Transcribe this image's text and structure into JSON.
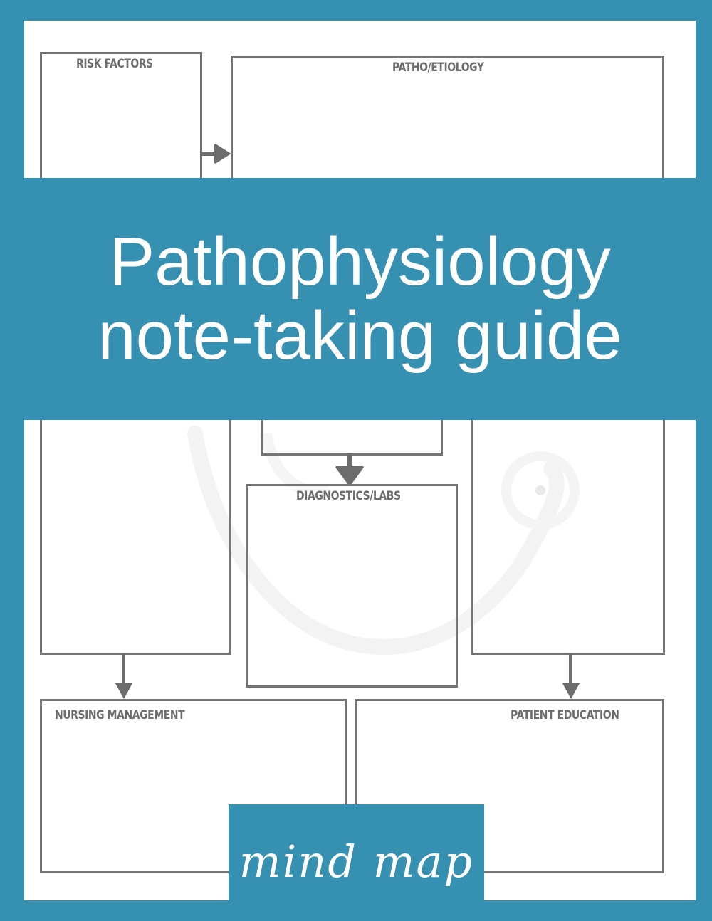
{
  "cover": {
    "title_line1": "Pathophysiology",
    "title_line2": "note-taking guide",
    "badge": "mind map",
    "colors": {
      "accent": "#3590b1",
      "paper": "#ffffff",
      "box_border": "#747474",
      "label_text": "#6c6c6c",
      "title_text": "#ffffff"
    }
  },
  "mind_map": {
    "boxes": [
      {
        "id": "risk-factors",
        "label": "RISK FACTORS"
      },
      {
        "id": "patho-etiology",
        "label": "PATHO/ETIOLOGY"
      },
      {
        "id": "left-column",
        "label": ""
      },
      {
        "id": "center-upper",
        "label": ""
      },
      {
        "id": "diagnostics-labs",
        "label": "DIAGNOSTICS/LABS"
      },
      {
        "id": "right-column",
        "label": ""
      },
      {
        "id": "nursing-management",
        "label": "NURSING MANAGEMENT"
      },
      {
        "id": "patient-education",
        "label": "PATIENT EDUCATION"
      }
    ],
    "arrows": [
      {
        "from": "risk-factors",
        "to": "patho-etiology",
        "direction": "right"
      },
      {
        "from": "center-upper",
        "to": "diagnostics-labs",
        "direction": "down"
      },
      {
        "from": "left-column",
        "to": "nursing-management",
        "direction": "down"
      },
      {
        "from": "right-column",
        "to": "patient-education",
        "direction": "down"
      }
    ]
  }
}
